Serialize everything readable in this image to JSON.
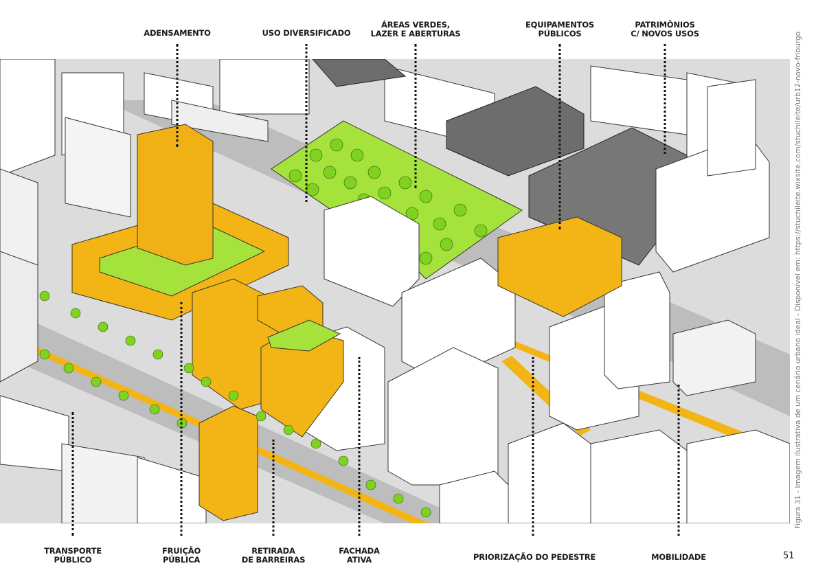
{
  "labels_top": [
    {
      "id": "adensamento",
      "lines": [
        "ADENSAMENTO"
      ]
    },
    {
      "id": "uso-diversificado",
      "lines": [
        "USO DIVERSIFICADO"
      ]
    },
    {
      "id": "areas-verdes",
      "lines": [
        "ÁREAS VERDES,",
        "LAZER E ABERTURAS"
      ]
    },
    {
      "id": "equipamentos-publicos",
      "lines": [
        "EQUIPAMENTOS",
        "PÚBLICOS"
      ]
    },
    {
      "id": "patrimonios",
      "lines": [
        "PATRIMÔNIOS",
        "C/ NOVOS USOS"
      ]
    }
  ],
  "labels_bottom": [
    {
      "id": "transporte-publico",
      "lines": [
        "TRANSPORTE",
        "PÚBLICO"
      ]
    },
    {
      "id": "fruicao-publica",
      "lines": [
        "FRUIÇÃO",
        "PÚBLICA"
      ]
    },
    {
      "id": "retirada-barreiras",
      "lines": [
        "RETIRADA",
        "DE BARREIRAS"
      ]
    },
    {
      "id": "fachada-ativa",
      "lines": [
        "FACHADA",
        "ATIVA"
      ]
    },
    {
      "id": "priorizacao-pedestre",
      "lines": [
        "PRIORIZAÇÃO DO PEDESTRE"
      ]
    },
    {
      "id": "mobilidade",
      "lines": [
        "MOBILIDADE"
      ]
    }
  ],
  "caption": "Figura 31 - Imagem ilustrativa de um cenário urbano ideal - Disponível em: https://stuchileite.wixsite.com/stuchileite/urb12-novo-friburgo",
  "page_number": "51",
  "colors": {
    "accent": "#f3b415",
    "green": "#a6e23c",
    "heritage": "#6d6d6d",
    "road": "#b8b8b8"
  }
}
